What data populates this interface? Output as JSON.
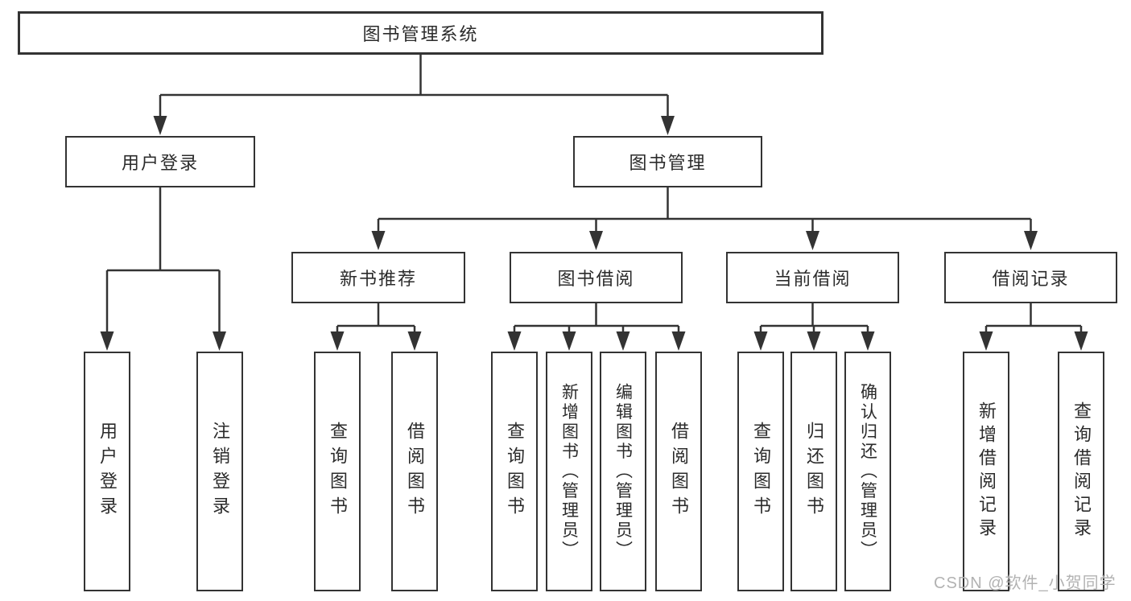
{
  "diagram": {
    "title": "图书管理系统",
    "level2": [
      {
        "label": "用户登录"
      },
      {
        "label": "图书管理"
      }
    ],
    "level3": [
      {
        "label": "新书推荐",
        "parent": "图书管理"
      },
      {
        "label": "图书借阅",
        "parent": "图书管理"
      },
      {
        "label": "当前借阅",
        "parent": "图书管理"
      },
      {
        "label": "借阅记录",
        "parent": "图书管理"
      }
    ],
    "leaves": [
      {
        "label": "用户登录",
        "parent": "用户登录"
      },
      {
        "label": "注销登录",
        "parent": "用户登录"
      },
      {
        "label": "查询图书",
        "parent": "新书推荐"
      },
      {
        "label": "借阅图书",
        "parent": "新书推荐"
      },
      {
        "label": "查询图书",
        "parent": "图书借阅"
      },
      {
        "label": "新增图书（管理员）",
        "parent": "图书借阅"
      },
      {
        "label": "编辑图书（管理员）",
        "parent": "图书借阅"
      },
      {
        "label": "借阅图书",
        "parent": "图书借阅"
      },
      {
        "label": "查询图书",
        "parent": "当前借阅"
      },
      {
        "label": "归还图书",
        "parent": "当前借阅"
      },
      {
        "label": "确认归还（管理员）",
        "parent": "当前借阅"
      },
      {
        "label": "新增借阅记录",
        "parent": "借阅记录"
      },
      {
        "label": "查询借阅记录",
        "parent": "借阅记录"
      }
    ],
    "watermark": "CSDN @软件_小贺同学",
    "colors": {
      "line": "#333333",
      "text": "#2b2b2b",
      "watermark": "#b2b2b2",
      "background": "#ffffff"
    }
  }
}
